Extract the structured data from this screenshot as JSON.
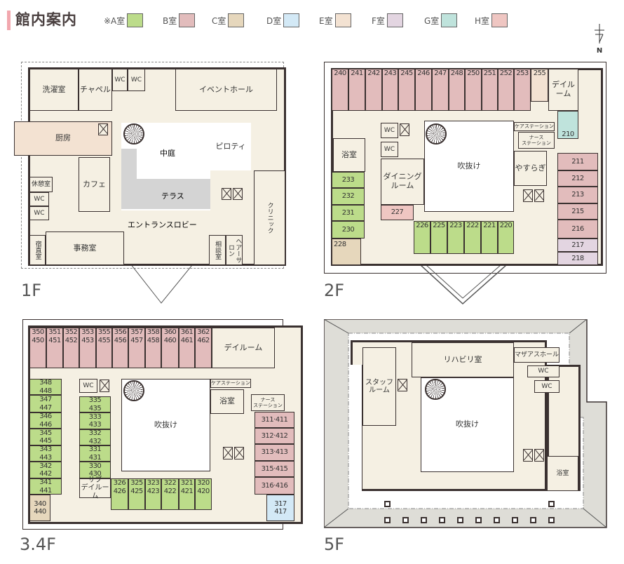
{
  "header": {
    "title": "館内案内"
  },
  "legend": [
    {
      "label": "※A室",
      "color": "#bcdc8a"
    },
    {
      "label": "B室",
      "color": "#e2bcbc"
    },
    {
      "label": "C室",
      "color": "#e6d7bc"
    },
    {
      "label": "D室",
      "color": "#d3e9f6"
    },
    {
      "label": "E室",
      "color": "#f3e2d2"
    },
    {
      "label": "F室",
      "color": "#e3d5e1"
    },
    {
      "label": "G室",
      "color": "#bfe3dc"
    },
    {
      "label": "H室",
      "color": "#efc6c2"
    }
  ],
  "compass": {
    "label": "N"
  },
  "f1": {
    "label": "1F",
    "rooms": [
      "洗濯室",
      "チャペル",
      "WC",
      "WC",
      "イベントホール",
      "厨房",
      "休憩室",
      "WC",
      "WC",
      "宿直室",
      "事務室",
      "カフェ",
      "中庭",
      "テラス",
      "ピロティ",
      "エントランスロビー",
      "相談室",
      "ヘアーサロン",
      "クリニック"
    ]
  },
  "f2": {
    "label": "2F",
    "rooms": [
      "240",
      "241",
      "242",
      "243",
      "245",
      "246",
      "247",
      "248",
      "250",
      "251",
      "252",
      "253",
      "255",
      "デイルーム",
      "210",
      "211",
      "212",
      "213",
      "215",
      "216",
      "217",
      "218",
      "233",
      "232",
      "231",
      "230",
      "228",
      "226",
      "225",
      "223",
      "222",
      "221",
      "220",
      "227",
      "浴室",
      "ダイニング\nルーム",
      "吹抜け",
      "やすらぎ",
      "WC",
      "WC",
      "ケアステーション",
      "ナース\nステーション"
    ]
  },
  "f34": {
    "label": "3.4F",
    "rooms": [
      "350\n450",
      "351\n451",
      "352\n452",
      "353\n453",
      "355\n455",
      "356\n456",
      "357\n457",
      "358\n458",
      "360\n460",
      "361\n461",
      "362\n462",
      "デイルーム",
      "348\n448",
      "347\n447",
      "346\n446",
      "345\n445",
      "343\n443",
      "342\n442",
      "341\n441",
      "340\n440",
      "335\n435",
      "333\n433",
      "332\n432",
      "331\n431",
      "330\n430",
      "サブ\nデイルーム",
      "326\n426",
      "325\n425",
      "323\n423",
      "322\n422",
      "321\n421",
      "320\n420",
      "311·411",
      "312·412",
      "313·413",
      "315·415",
      "316·416",
      "317\n417",
      "吹抜け",
      "浴室",
      "WC",
      "ケアステーション",
      "ナース\nステーション"
    ]
  },
  "f5": {
    "label": "5F",
    "rooms": [
      "リハビリ室",
      "マザアスホール",
      "WC",
      "WC",
      "スタッフ\nルーム",
      "吹抜け",
      "浴室"
    ]
  }
}
